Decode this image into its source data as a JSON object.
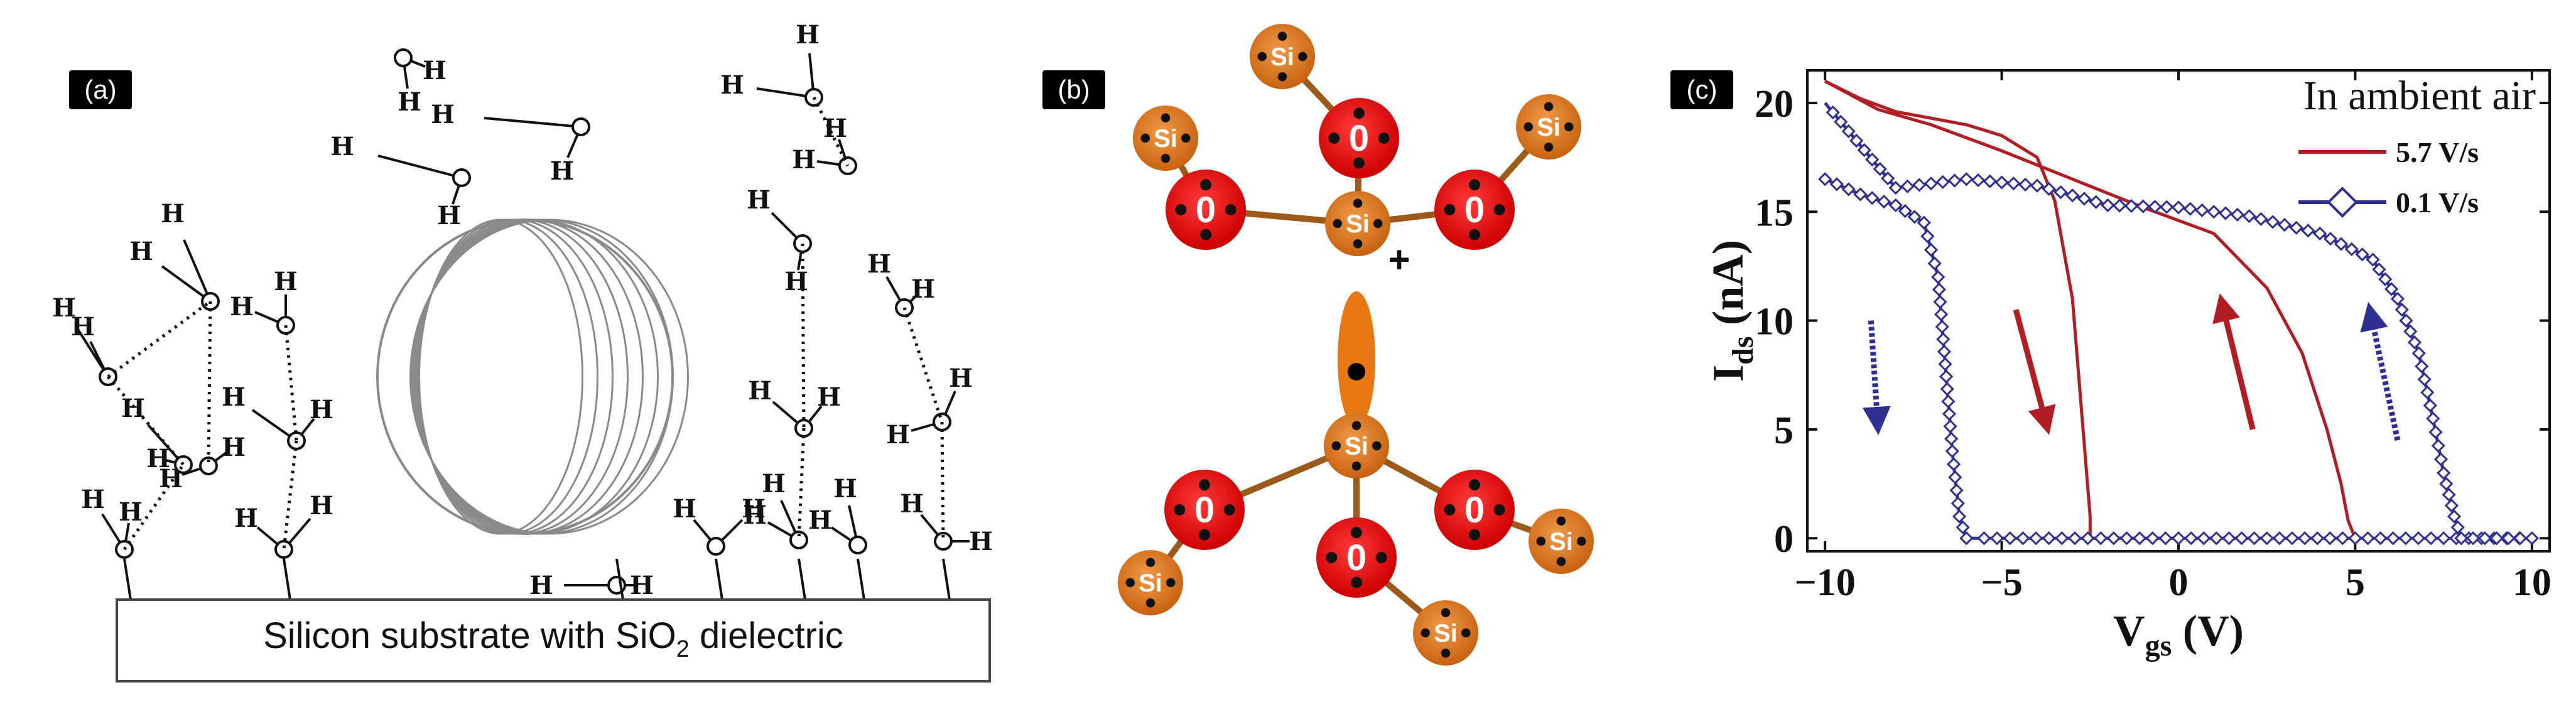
{
  "panel_a": {
    "tag": "(a)",
    "substrate_label_pre": "Silicon substrate with SiO",
    "substrate_label_sub": "2",
    "substrate_label_post": " dielectric",
    "h_label": "H"
  },
  "panel_b": {
    "tag": "(b)",
    "si_label": "Si",
    "o_label": "0",
    "charge": "+"
  },
  "panel_c": {
    "tag": "(c)",
    "chart_data": {
      "type": "line",
      "title": "In ambient air",
      "xlabel_main": "V",
      "xlabel_sub": "gs",
      "xlabel_unit": " (V)",
      "ylabel_main": "I",
      "ylabel_sub": "ds",
      "ylabel_unit": " (nA)",
      "xlim": [
        -10.5,
        10.5
      ],
      "ylim": [
        -0.6,
        21.5
      ],
      "xticks": [
        -10,
        -5,
        0,
        5,
        10
      ],
      "yticks": [
        0,
        5,
        10,
        15,
        20
      ],
      "legend": "top-right",
      "series": [
        {
          "name": "5.7 V/s",
          "color": "#b01e23",
          "marker": "none",
          "branch": "forward",
          "x": [
            -10,
            -9,
            -8,
            -7,
            -6,
            -5,
            -4,
            -3.5,
            -3,
            -2.8,
            -2.6,
            -2.5,
            -2.5,
            5
          ],
          "y": [
            21,
            20.2,
            19.6,
            19.3,
            19.0,
            18.5,
            17.5,
            15.5,
            11,
            7,
            3,
            1,
            0,
            0
          ]
        },
        {
          "name": "5.7 V/s",
          "color": "#b01e23",
          "marker": "none",
          "branch": "reverse",
          "x": [
            5,
            4.8,
            4.6,
            4.2,
            3.5,
            2.5,
            1,
            -1,
            -3,
            -5,
            -7,
            -8.5,
            -10
          ],
          "y": [
            0,
            0.8,
            2.5,
            5,
            8.5,
            11.5,
            14,
            15.2,
            16.5,
            17.8,
            19,
            19.7,
            21
          ]
        },
        {
          "name": "0.1 V/s",
          "color": "#2e3192",
          "marker": "diamond",
          "branch": "forward",
          "x": [
            -10,
            -9,
            -8,
            -7.2,
            -6.8,
            -6.6,
            -6.4,
            -6.2,
            -6,
            -5.5,
            0,
            5,
            10
          ],
          "y": [
            16.5,
            15.8,
            15.3,
            14.5,
            12,
            8,
            4,
            1,
            0,
            0,
            0,
            0,
            0
          ]
        },
        {
          "name": "0.1 V/s",
          "color": "#2e3192",
          "marker": "diamond",
          "branch": "reverse",
          "x": [
            10,
            8,
            7.8,
            7.5,
            7.2,
            6.8,
            6.2,
            5.5,
            4,
            2,
            0,
            -2,
            -4,
            -6,
            -8,
            -10
          ],
          "y": [
            0,
            0,
            1,
            3,
            5.5,
            8.5,
            11,
            12.8,
            14,
            14.8,
            15.2,
            15.3,
            16.2,
            16.5,
            16.1,
            20
          ]
        }
      ]
    }
  }
}
